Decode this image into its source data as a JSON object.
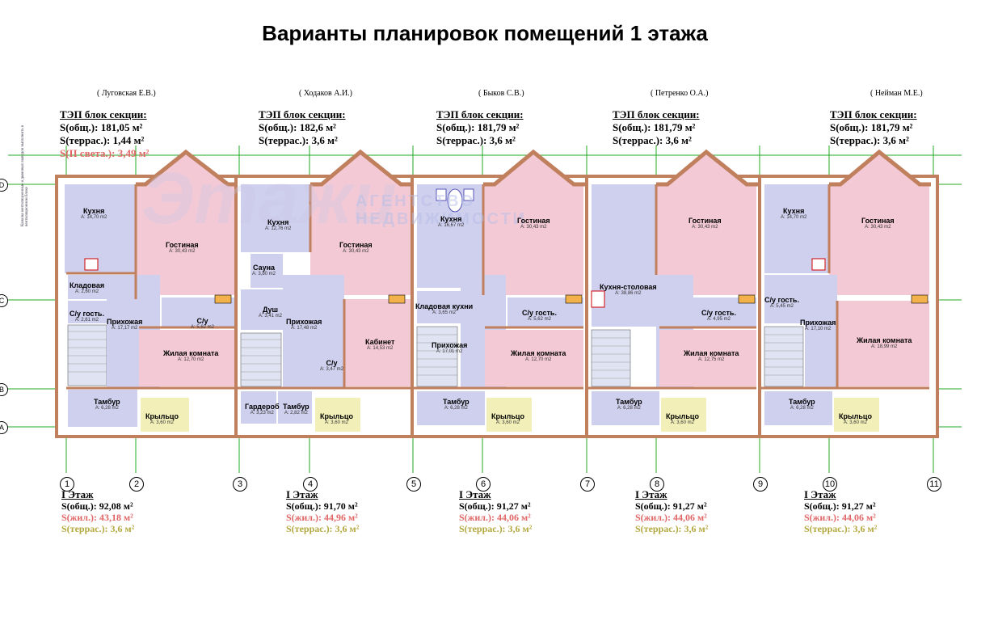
{
  "title": "Варианты планировок помещений 1 этажа",
  "watermark": {
    "logo": "Этажи",
    "line1": "АГЕНТСТВО",
    "line2": "НЕДВИЖИМОСТИ"
  },
  "side_note": "Каналы вентиляционные и дымовых выводов выполнить в вентиляционном блоке",
  "sections": [
    {
      "owner": "( Луговская Е.В.)",
      "tep_title": "ТЭП блок секции:",
      "s_total": "S(общ.):  181,05 м²",
      "s_terrace": "S(террас.): 1,44 м²",
      "s_extra": "S(II света.): 3,49 м²",
      "floor_title": "I Этаж",
      "f_total": "S(общ.):  92,08 м²",
      "f_living": "S(жил.):  43,18 м²",
      "f_terrace": "S(террас.): 3,6 м²"
    },
    {
      "owner": "( Ходаков А.И.)",
      "tep_title": "ТЭП блок секции:",
      "s_total": "S(общ.):  182,6 м²",
      "s_terrace": "S(террас.): 3,6 м²",
      "floor_title": "I Этаж",
      "f_total": "S(общ.):  91,70 м²",
      "f_living": "S(жил.):  44,96 м²",
      "f_terrace": "S(террас.): 3,6 м²"
    },
    {
      "owner": "( Быков С.В.)",
      "tep_title": "ТЭП блок секции:",
      "s_total": "S(общ.):  181,79 м²",
      "s_terrace": "S(террас.): 3,6 м²",
      "floor_title": "I Этаж",
      "f_total": "S(общ.):  91,27 м²",
      "f_living": "S(жил.):  44,06 м²",
      "f_terrace": "S(террас.): 3,6 м²"
    },
    {
      "owner": "( Петренко О.А.)",
      "tep_title": "ТЭП блок секции:",
      "s_total": "S(общ.):  181,79 м²",
      "s_terrace": "S(террас.): 3,6 м²",
      "floor_title": "I Этаж",
      "f_total": "S(общ.):  91,27 м²",
      "f_living": "S(жил.):  44,06 м²",
      "f_terrace": "S(террас.): 3,6 м²"
    },
    {
      "owner": "( Нейман М.Е.)",
      "tep_title": "ТЭП блок секции:",
      "s_total": "S(общ.):  181,79 м²",
      "s_terrace": "S(террас.): 3,6 м²",
      "floor_title": "I Этаж",
      "f_total": "S(общ.):  91,27 м²",
      "f_living": "S(жил.):  44,06 м²",
      "f_terrace": "S(террас.): 3,6 м²"
    }
  ],
  "axes_numbers": [
    "1",
    "2",
    "3",
    "4",
    "5",
    "6",
    "7",
    "8",
    "9",
    "10",
    "11"
  ],
  "axes_letters": [
    "D",
    "C",
    "B",
    "A"
  ],
  "rooms": {
    "kitchen1": {
      "name": "Кухня",
      "area": "A: 14,70 m2"
    },
    "living1": {
      "name": "Гостиная",
      "area": "A: 30,43 m2"
    },
    "pantry1": {
      "name": "Кладовая",
      "area": "A: 2,60 m2"
    },
    "wc_guest1": {
      "name": "С/у гость.",
      "area": "A: 2,61 m2"
    },
    "hall1": {
      "name": "Прихожая",
      "area": "A: 17,17 m2"
    },
    "wc1": {
      "name": "С/у",
      "area": "A: 5,62 m2"
    },
    "bedroom1": {
      "name": "Жилая комната",
      "area": "A: 12,70 m2"
    },
    "vestibule1": {
      "name": "Тамбур",
      "area": "A: 6,28 m2"
    },
    "porch1": {
      "name": "Крыльцо",
      "area": "A: 3,60 m2"
    },
    "kitchen2": {
      "name": "Кухня",
      "area": "A: 12,76 m2"
    },
    "sauna2": {
      "name": "Сауна",
      "area": "A: 3,80 m2"
    },
    "living2": {
      "name": "Гостиная",
      "area": "A: 30,43 m2"
    },
    "shower2": {
      "name": "Душ",
      "area": "A: 3,41 m2"
    },
    "hall2": {
      "name": "Прихожая",
      "area": "A: 17,48 m2"
    },
    "cabinet2": {
      "name": "Кабинет",
      "area": "A: 14,53 m2"
    },
    "wc2": {
      "name": "С/у",
      "area": "A: 3,47 m2"
    },
    "wardrobe2": {
      "name": "Гардероб",
      "area": "A: 3,23 m2"
    },
    "vestibule2": {
      "name": "Тамбур",
      "area": "A: 2,82 m2"
    },
    "porch2": {
      "name": "Крыльцо",
      "area": "A: 3,60 m2"
    },
    "kitchen3": {
      "name": "Кухня",
      "area": "A: 16,67 m2"
    },
    "living3": {
      "name": "Гостиная",
      "area": "A: 30,43 m2"
    },
    "pantry3": {
      "name": "Кладовая кухни",
      "area": "A: 3,65 m2"
    },
    "wc_guest3": {
      "name": "С/у гость.",
      "area": "A: 5,62 m2"
    },
    "hall3": {
      "name": "Прихожая",
      "area": "A: 17,01 m2"
    },
    "bedroom3": {
      "name": "Жилая комната",
      "area": "A: 12,70 m2"
    },
    "vestibule3": {
      "name": "Тамбур",
      "area": "A: 6,28 m2"
    },
    "porch3": {
      "name": "Крыльцо",
      "area": "A: 3,60 m2"
    },
    "kitchen4": {
      "name": "Кухня-столовая",
      "area": "A: 38,86 m2"
    },
    "living4": {
      "name": "Гостиная",
      "area": "A: 30,43 m2"
    },
    "wc_guest4": {
      "name": "С/у гость.",
      "area": "A: 4,95 m2"
    },
    "bedroom4": {
      "name": "Жилая комната",
      "area": "A: 12,75 m2"
    },
    "vestibule4": {
      "name": "Тамбур",
      "area": "A: 6,28 m2"
    },
    "porch4": {
      "name": "Крыльцо",
      "area": "A: 3,60 m2"
    },
    "kitchen5": {
      "name": "Кухня",
      "area": "A: 14,70 m2"
    },
    "living5": {
      "name": "Гостиная",
      "area": "A: 30,43 m2"
    },
    "wc_guest5": {
      "name": "С/у гость.",
      "area": "A: 5,45 m2"
    },
    "hall5": {
      "name": "Прихожая",
      "area": "A: 17,10 m2"
    },
    "bedroom5": {
      "name": "Жилая комната",
      "area": "A: 18,99 m2"
    },
    "vestibule5": {
      "name": "Тамбур",
      "area": "A: 6,28 m2"
    },
    "porch5": {
      "name": "Крыльцо",
      "area": "A: 3,60 m2"
    }
  },
  "colors": {
    "living": "#f4c9d6",
    "service": "#cfcfee",
    "porch": "#f2f0b8",
    "wall": "#c07f5d",
    "grid": "#22aa22",
    "stair": "#dfe3f2"
  }
}
